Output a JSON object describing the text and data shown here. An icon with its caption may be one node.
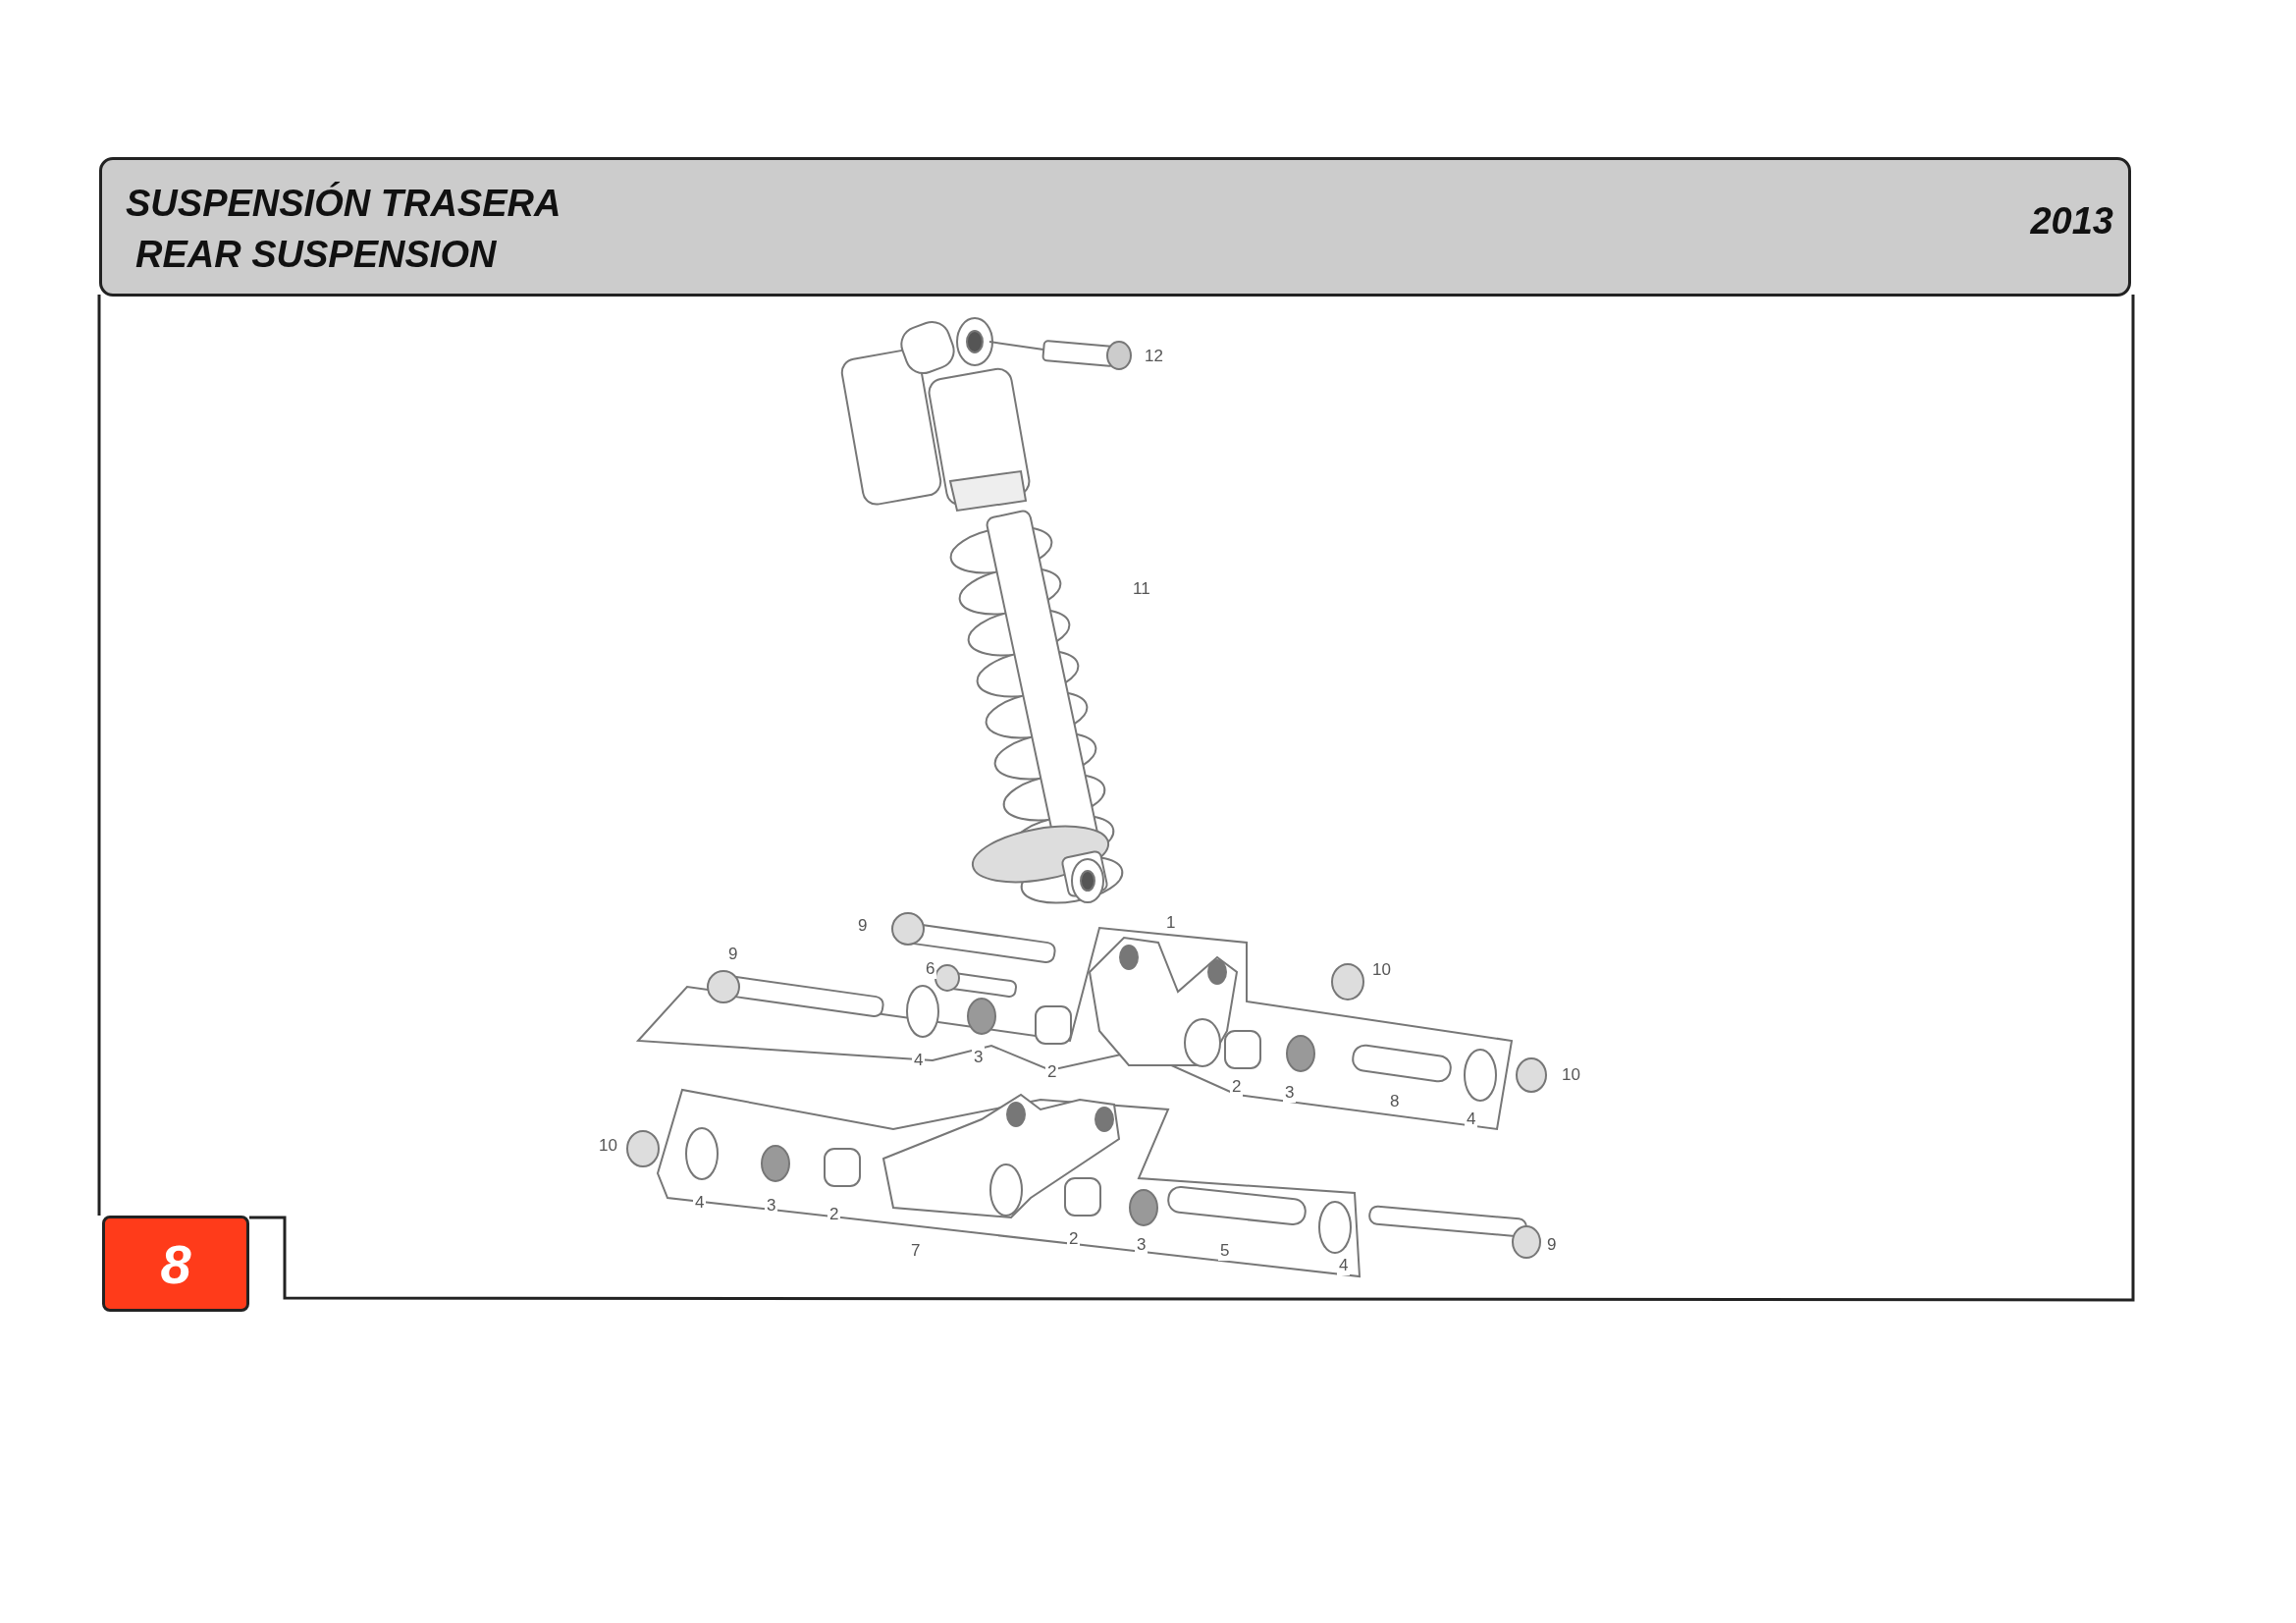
{
  "diagram": {
    "title": "SUSPENSIÓN TRASERA",
    "labels": [
      "REAR SUSPENSION",
      "2013",
      "12",
      "11",
      "9",
      "1",
      "9",
      "6",
      "10",
      "4",
      "3",
      "2",
      "2",
      "3",
      "8",
      "4",
      "10",
      "10",
      "4",
      "3",
      "2",
      "7",
      "2",
      "3",
      "5",
      "4",
      "9",
      "8"
    ]
  }
}
